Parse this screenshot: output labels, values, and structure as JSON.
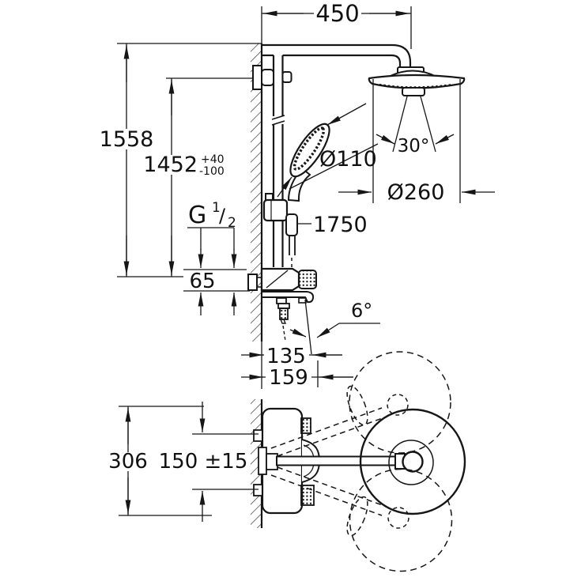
{
  "drawing": {
    "kind": "technical-dimension-drawing",
    "subject": "wall-mounted shower system with thermostat, head shower and hand shower",
    "views": {
      "upper": "front-side view",
      "lower": "plan view with swivel range"
    },
    "line_color": "#161616",
    "background": "#ffffff"
  },
  "labels": {
    "dim_450": "450",
    "dim_1558": "1558",
    "dim_1452": "1452",
    "tol_plus": "+40",
    "tol_minus": "-100",
    "thread_g": "G",
    "thread_num": "1",
    "thread_slash": "/",
    "thread_den": "2",
    "dim_65": "65",
    "dia_110": "Ø110",
    "angle_30": "30°",
    "dia_260": "Ø260",
    "dim_1750": "1750",
    "angle_6": "6°",
    "dim_135": "135",
    "dim_159": "159",
    "dim_306": "306",
    "dim_150": "150 ±15"
  }
}
